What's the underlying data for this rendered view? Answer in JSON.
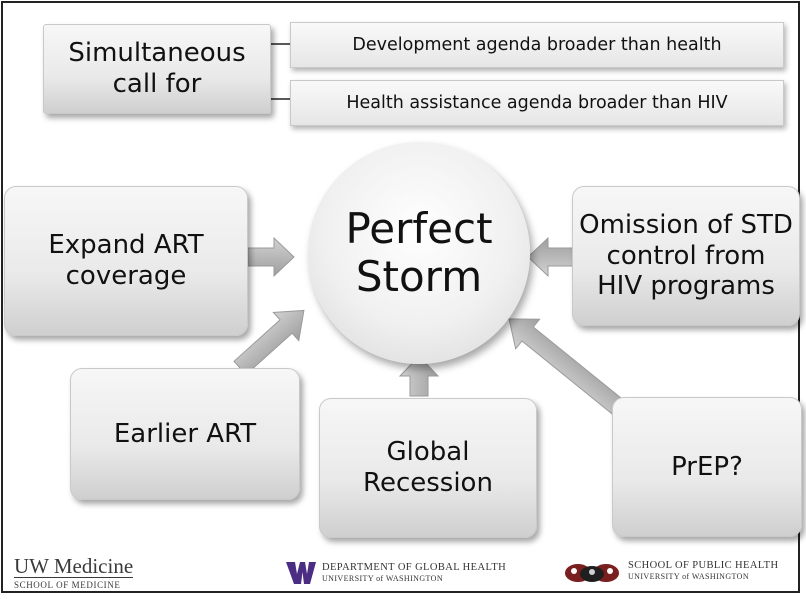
{
  "simultaneous": {
    "label": "Simultaneous\ncall for",
    "items": [
      "Development agenda broader than health",
      "Health assistance agenda broader than HIV"
    ]
  },
  "center": {
    "label": "Perfect\nStorm"
  },
  "factors": {
    "expand_art": "Expand ART\ncoverage",
    "omission_std": "Omission of STD\ncontrol from\nHIV programs",
    "earlier_art": "Earlier ART",
    "global_recession": "Global\nRecession",
    "prep": "PrEP?"
  },
  "footer": {
    "uw_medicine": "UW Medicine",
    "school_of_medicine": "SCHOOL OF MEDICINE",
    "dept_line1": "DEPARTMENT OF GLOBAL HEALTH",
    "dept_line2": "UNIVERSITY of WASHINGTON",
    "sph_line1": "SCHOOL OF PUBLIC HEALTH",
    "sph_line2": "UNIVERSITY of WASHINGTON"
  },
  "colors": {
    "uw_purple": "#4b2e83",
    "arrow_gray": "#b5b5b5"
  }
}
